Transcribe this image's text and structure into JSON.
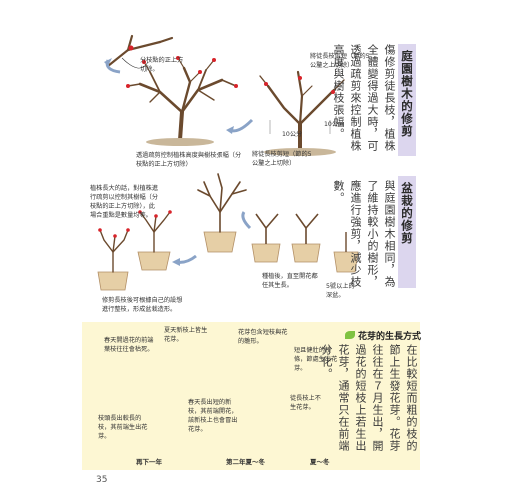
{
  "section1": {
    "title": "庭園樹木的修剪",
    "body": "傷修剪徒長枝，植株全體變得過大時，可透過疏剪來控制植株高度與樹枝張幅。",
    "captions": {
      "top_left": "分枝點的正上方切除。",
      "middle": "透過疏剪控制植株高度與樹枝張幅（分枝點的正上方切除）",
      "right_top": "將徒長枝剪短（節的5公釐之上切除）",
      "right_bottom": "將徒長枝剪短（節的5公釐之上切除）"
    },
    "measure_a": "10公分",
    "measure_b": "10公分"
  },
  "section2": {
    "title": "盆栽的修剪",
    "body": "與庭園樹木相同，為了維持較小的樹形，應進行強剪，減少枝數。",
    "captions": {
      "top": "植株長大的話，對植株進行疏剪以控制其樹幅（分枝點的正上方切除），此場合重點是數量均等。",
      "bottom": "修剪長枝後可根據自己的設想進行整枝，形成盆栽造形。",
      "middle": "種植後，直至開花都任其生長。",
      "right": "5號以上的深盆。"
    }
  },
  "section3": {
    "title": "花芽的生長方式",
    "body": "在比較短而粗的枝的節上生發花芽。花芽往往在７月生出，開過花的短枝上若生出花芽，通常只在前端分化。",
    "captions": {
      "c1": "春天開過花的前端葉枝往往會枯死。",
      "c2": "夏天新枝上皆生花芽。",
      "c3": "花芽包含短枝與花的雛形。",
      "c4": "短且健壯的枝條，節處生出花芽。",
      "c5": "枝頭長出較長的枝，其前端生出花芽。",
      "c6": "春天長出短的新枝，其前端開花，該新枝上也會冒出花芽。",
      "c7": "徒長枝上不生花芽。"
    },
    "labels": {
      "l1": "再下一年",
      "l2": "第二年夏～冬",
      "l3": "夏～冬"
    }
  },
  "page_number": "35"
}
